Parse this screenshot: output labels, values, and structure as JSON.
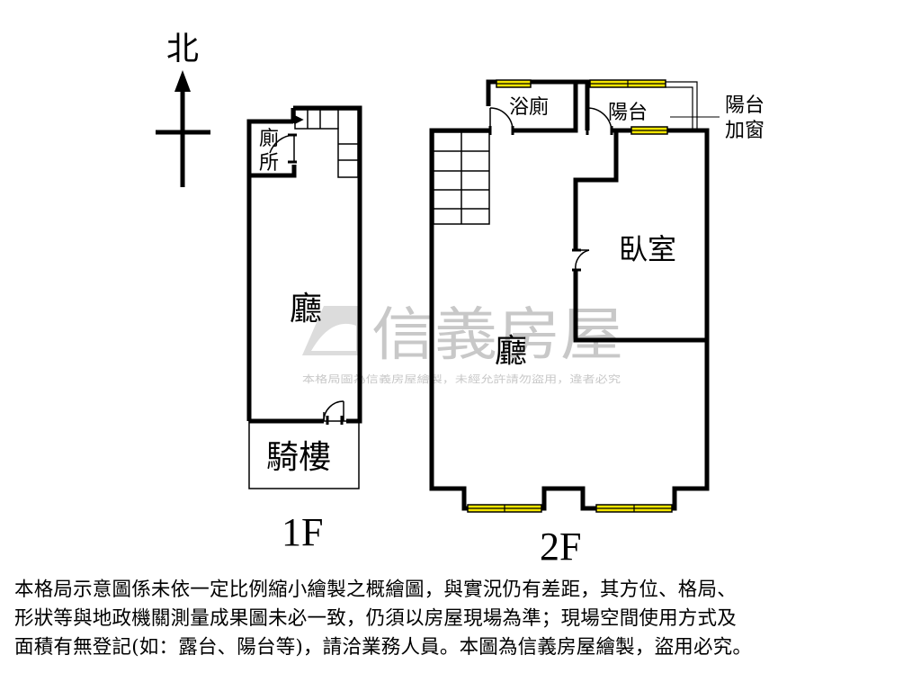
{
  "compass": {
    "north_label": "北"
  },
  "floor1": {
    "label": "1F",
    "rooms": {
      "toilet": "廁所",
      "hall": "廳",
      "arcade": "騎樓"
    }
  },
  "floor2": {
    "label": "2F",
    "rooms": {
      "bathroom": "浴廁",
      "balcony": "陽台",
      "balcony_window": "陽台加窗",
      "bedroom": "臥室",
      "hall": "廳"
    }
  },
  "watermark": {
    "brand": "信義房屋",
    "notice": "本格局圖為信義房屋繪製，未經允許請勿盜用，違者必究"
  },
  "disclaimer": {
    "lines": [
      "本格局示意圖係未依一定比例縮小繪製之概繪圖，與實況仍有差距，其方位、格局、",
      "形狀等與地政機關測量成果圖未必一致，仍須以房屋現場為準；現場空間使用方式及",
      "面積有無登記(如：露台、陽台等)，請洽業務人員。本圖為信義房屋繪製，盜用必究。"
    ]
  },
  "colors": {
    "wall": "#000000",
    "window_fill": "#f5e600",
    "watermark": "#c8c8c8"
  }
}
